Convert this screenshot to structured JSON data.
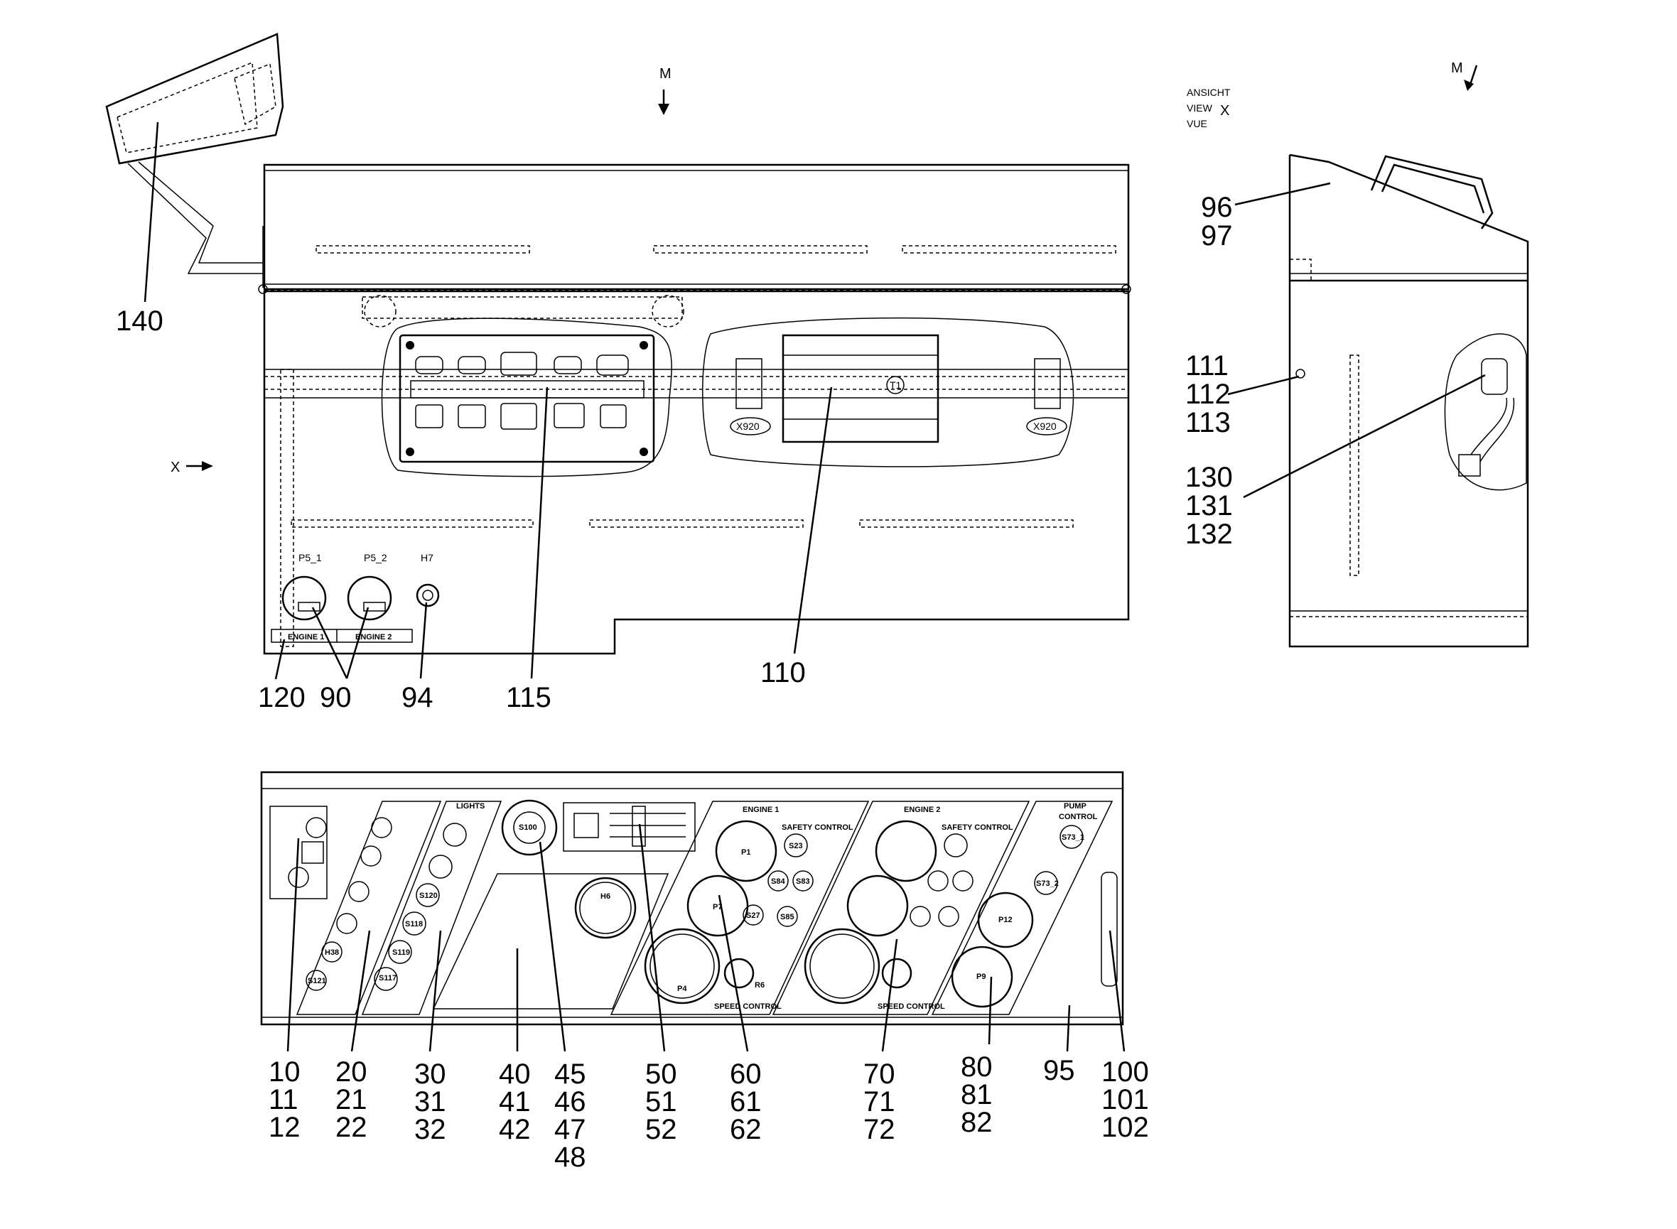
{
  "view_labels": {
    "m_top": "M",
    "m_right": "M",
    "x_left": "X",
    "view_words": [
      "ANSICHT",
      "VIEW",
      "VUE"
    ],
    "view_letter": "X"
  },
  "top_panel": {
    "gauge_labels": [
      "P5_1",
      "P5_2",
      "H7"
    ],
    "plate_labels": [
      "ENGINE 1",
      "ENGINE 2"
    ],
    "converter_label": "T1",
    "terminal_labels": [
      "X920",
      "X920"
    ]
  },
  "front_panel": {
    "lights_header": "LIGHTS",
    "engine1_title": "ENGINE 1",
    "engine2_title": "ENGINE 2",
    "safety_control_1": "SAFETY CONTROL",
    "safety_control_2": "SAFETY CONTROL",
    "pump_title": "PUMP",
    "control_title": "CONTROL",
    "engine1_gauges": [
      "P1",
      "P7",
      "P4"
    ],
    "engine1_switches": [
      "S23",
      "S84",
      "S83",
      "S27",
      "S85"
    ],
    "engine1_pot": "R6",
    "left_switches": [
      "S117",
      "S118",
      "S119",
      "S120"
    ],
    "left_switch_h": "H38",
    "left_switch_s": "S121",
    "center_gauge": "H6",
    "key_switch": "S100",
    "right_gauges": [
      "P12",
      "P9"
    ],
    "right_switches": [
      "S73_1",
      "S73_2"
    ],
    "bottom_text": [
      "SPEED CONTROL",
      "SPEED CONTROL"
    ]
  },
  "callouts": {
    "c140": "140",
    "c96": "96",
    "c97": "97",
    "c111": "111",
    "c112": "112",
    "c113": "113",
    "c130": "130",
    "c131": "131",
    "c132": "132",
    "c120": "120",
    "c90": "90",
    "c94": "94",
    "c115": "115",
    "c110": "110",
    "c10": "10",
    "c11": "11",
    "c12": "12",
    "c20": "20",
    "c21": "21",
    "c22": "22",
    "c30": "30",
    "c31": "31",
    "c32": "32",
    "c40": "40",
    "c41": "41",
    "c42": "42",
    "c45": "45",
    "c46": "46",
    "c47": "47",
    "c48": "48",
    "c50": "50",
    "c51": "51",
    "c52": "52",
    "c60": "60",
    "c61": "61",
    "c62": "62",
    "c70": "70",
    "c71": "71",
    "c72": "72",
    "c80": "80",
    "c81": "81",
    "c82": "82",
    "c95": "95",
    "c100": "100",
    "c101": "101",
    "c102": "102"
  }
}
